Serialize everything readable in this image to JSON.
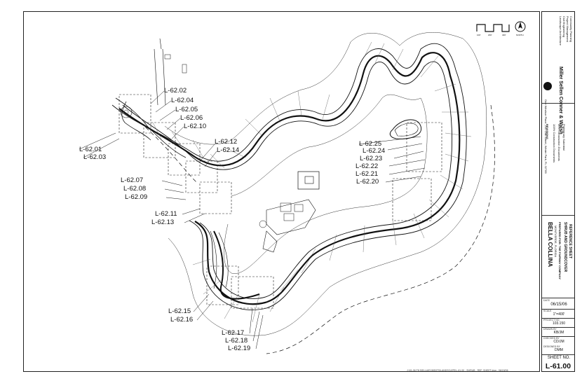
{
  "drawing": {
    "callouts_left": [
      "L-62.02",
      "L-62.04",
      "L-62.05",
      "L-62.06",
      "L-62.10",
      "L-62.12",
      "L-62.14",
      "L-62.01",
      "L-62.03",
      "L-62.07",
      "L-62.08",
      "L-62.09",
      "L-62.11",
      "L-62.13"
    ],
    "callouts_right": [
      "L-62.25",
      "L-62.24",
      "L-62.23",
      "L-62.22",
      "L-62.21",
      "L-62.20"
    ],
    "callouts_bottom": [
      "L-62.15",
      "L-62.16",
      "L-62.17",
      "L-62.18",
      "L-62.19"
    ],
    "north_label": "NORTH",
    "scale_labels": [
      "100'",
      "200'",
      "400'"
    ],
    "footer_path": "J:\\01-06 FH BELLA\\EXHIBITS\\LANDSCAPE\\L-61.00 - SHRUB - REF. SHEET.dwg - 06/15/06"
  },
  "titleblock": {
    "firm_name_lines": [
      "Miller",
      "Sellen",
      "Conner",
      "& Walsh"
    ],
    "firm_services": [
      "Community Planning",
      "Project Management",
      "Civil Engineering",
      "Landscape Architecture"
    ],
    "firm_address": "One Windsor Place, 230 Oak Street, Winter Park, FL 32789",
    "revisions_title": "REVISIONS",
    "revision_rows": [
      "100% Construction Documents",
      "50% Construction Documents",
      "Preliminary Submittal"
    ],
    "project_name": "BELLA COLLINA",
    "project_location": "MONTVERDE, FLORIDA",
    "prepared_for": "PREPARED FOR: THE FAIRWAY COMPANY",
    "sheet_title_1": "SHRUB AND GROUNDCOVER",
    "sheet_title_2": "REFERENCE SHEET",
    "date_label": "DATE",
    "date_value": "06/15/06",
    "scale_label": "SCALE",
    "scale_value": "1\"=400'",
    "project_no_label": "PROJECT NO.",
    "project_no_value": "103.150",
    "drawn_label": "DRAWN BY",
    "drawn_value": "KB/JM",
    "checked_label": "CHECKED BY",
    "checked_value": "CD/JM",
    "designed_label": "DESIGNED BY",
    "designed_value": "DMM",
    "sheet_no_label": "SHEET NO.",
    "sheet_no_value": "L-61.00"
  }
}
